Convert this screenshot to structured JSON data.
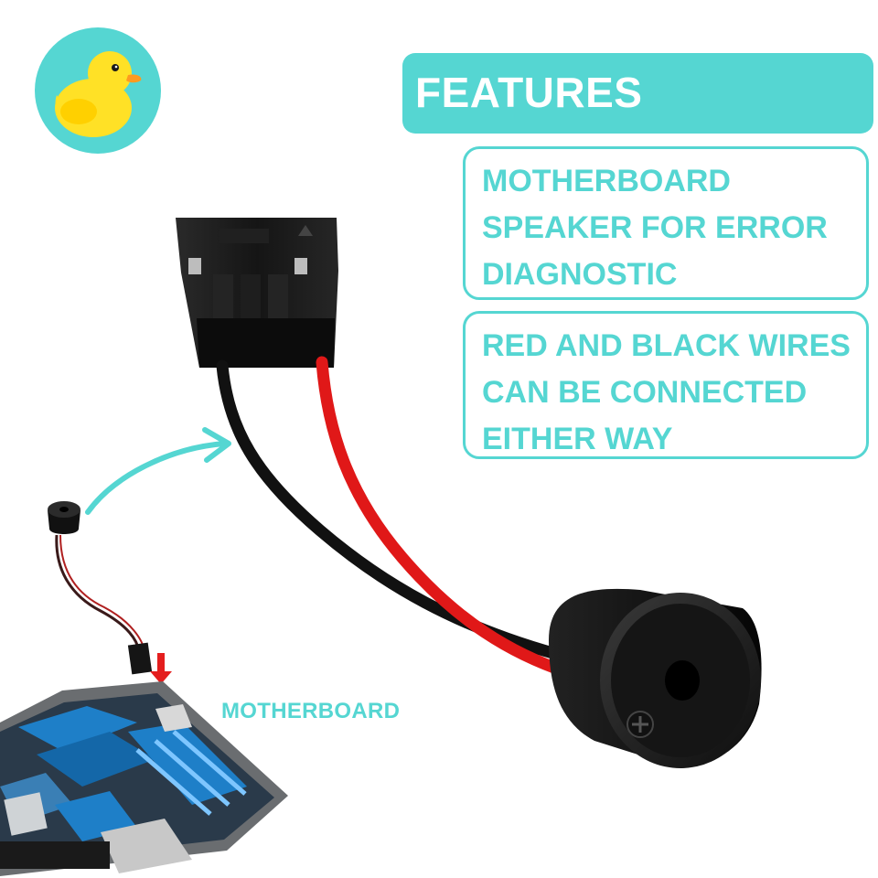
{
  "header": {
    "title": "FEATURES"
  },
  "features": [
    {
      "text": "MOTHERBOARD\nSPEAKER FOR ERROR\nDIAGNOSTIC"
    },
    {
      "text": "RED AND BLACK WIRES\nCAN BE CONNECTED\nEITHER WAY"
    }
  ],
  "labels": {
    "motherboard": "MOTHERBOARD"
  },
  "colors": {
    "accent": "#55d6d2",
    "wire_red": "#e01818",
    "wire_black": "#111111",
    "connector": "#1a1a1a",
    "pcb_blue": "#1e7fc8",
    "duck_yellow": "#ffe126"
  },
  "icons": [
    "duck-logo-icon",
    "curved-arrow-icon",
    "down-arrow-icon"
  ]
}
